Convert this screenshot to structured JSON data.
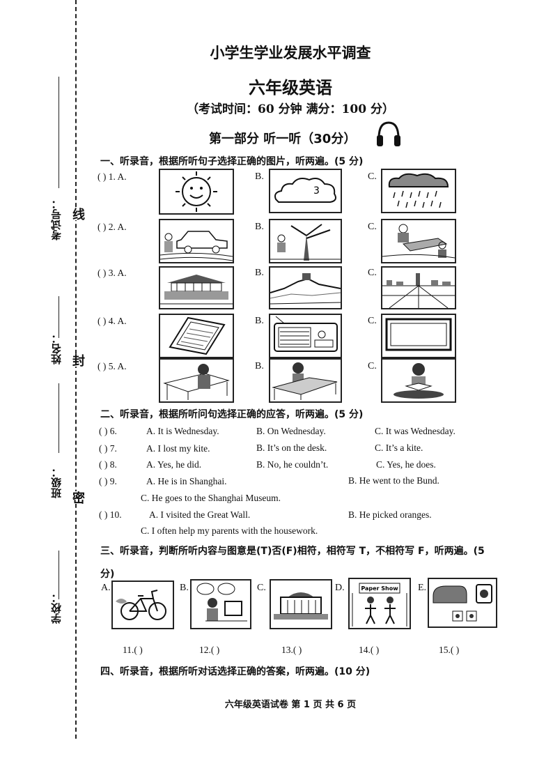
{
  "header": {
    "title": "小学生学业发展水平调查",
    "subject": "六年级英语",
    "info": "（考试时间：60 分钟  满分：100 分）",
    "part": "第一部分   听一听（30分）"
  },
  "side": {
    "exam_no": "考试号：",
    "name": "姓名：",
    "class": "班级：",
    "school": "学校：",
    "seal_words": [
      "线",
      "封",
      "密"
    ]
  },
  "section1": {
    "heading": "一、听录音，根据所听句子选择正确的图片，听两遍。(5 分)",
    "items": [
      {
        "num": "(      ) 1. A.",
        "pics": [
          "sun-icon",
          "cloud-icon",
          "rain-icon"
        ]
      },
      {
        "num": "(      ) 2. A.",
        "pics": [
          "car-picnic-icon",
          "tree-girl-icon",
          "boat-dragon-icon"
        ]
      },
      {
        "num": "(      ) 3. A.",
        "pics": [
          "palace-icon",
          "great-wall-icon",
          "square-icon"
        ]
      },
      {
        "num": "(      ) 4. A.",
        "pics": [
          "ereader-icon",
          "radio-icon",
          "tv-icon"
        ]
      },
      {
        "num": "(      ) 5. A.",
        "pics": [
          "writing-desk-icon",
          "drawing-desk-icon",
          "reading-girl-icon"
        ]
      }
    ],
    "letters": [
      "B.",
      "C."
    ]
  },
  "section2": {
    "heading": "二、听录音，根据所听问句选择正确的应答，听两遍。(5 分)",
    "q6": {
      "num": "(      ) 6.",
      "a": "A. It is Wednesday.",
      "b": "B. On Wednesday.",
      "c": "C. It was Wednesday."
    },
    "q7": {
      "num": "(      ) 7.",
      "a": "A. I lost my kite.",
      "b": "B. It’s on the desk.",
      "c": "C. It’s a kite."
    },
    "q8": {
      "num": "(      ) 8.",
      "a": "A. Yes, he did.",
      "b": "B. No, he couldn’t.",
      "c": "C. Yes, he does."
    },
    "q9": {
      "num": "(      ) 9.",
      "a": "A. He is in Shanghai.",
      "b": "B. He went to the Bund.",
      "c": "C. He goes to the Shanghai Museum."
    },
    "q10": {
      "num": "(      ) 10.",
      "a": "A. I visited the Great Wall.",
      "b": "B. He picked oranges.",
      "c": "C. I often help my parents with the housework."
    }
  },
  "section3": {
    "heading": "三、听录音，判断所听内容与图意是(T)否(F)相符，相符写 T，不相符写 F，听两遍。(5",
    "heading2": "分)",
    "pics": [
      {
        "letter": "A.",
        "icon": "bicycle-icon",
        "ans": "11.(      )"
      },
      {
        "letter": "B.",
        "icon": "computer-girl-icon",
        "ans": "12.(      )"
      },
      {
        "letter": "C.",
        "icon": "building-icon",
        "ans": "13.(      )"
      },
      {
        "letter": "D.",
        "icon": "paper-show-icon",
        "ans": "14.(      )",
        "caption": "Paper Show"
      },
      {
        "letter": "E.",
        "icon": "food-icon",
        "ans": "15.(      )"
      }
    ]
  },
  "section4": {
    "heading": "四、听录音，根据所听对话选择正确的答案，听两遍。(10 分)"
  },
  "footer": "六年级英语试卷  第 1 页 共 6 页"
}
